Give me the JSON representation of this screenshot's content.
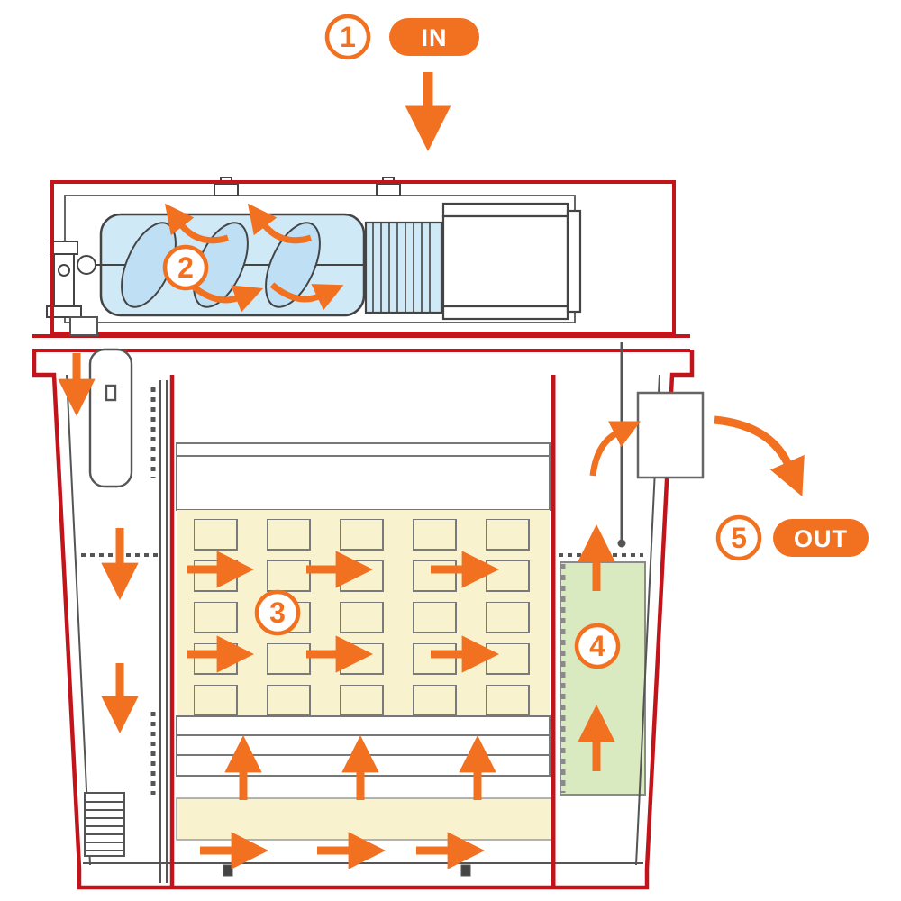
{
  "labels": {
    "in": "IN",
    "out": "OUT"
  },
  "steps": {
    "s1": "1",
    "s2": "2",
    "s3": "3",
    "s4": "4",
    "s5": "5"
  },
  "colors": {
    "accent_orange": "#F27121",
    "outline_red": "#C2151B",
    "line_gray": "#3f3f3f",
    "auger_blue": "#cfe9f7",
    "media_yellow": "#f9f2cf",
    "panel_green": "#d9e9c0"
  }
}
